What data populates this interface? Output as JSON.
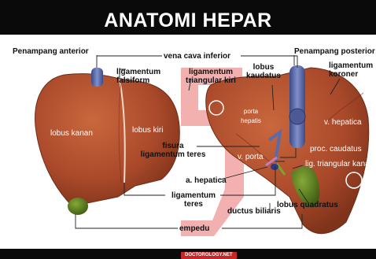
{
  "title": "ANATOMI HEPAR",
  "views": {
    "anterior": "Penampang anterior",
    "posterior": "Penampang posterior"
  },
  "labels": {
    "vena_cava_inferior": "vena cava inferior",
    "ligamentum_falsiform": "ligamentum falsiform",
    "ligamentum_triangular_kiri": "ligamentum triangular kiri",
    "lobus_kaudatus": "lobus kaudatus",
    "ligamentum_koroner": "ligamentum koroner",
    "lobus_kanan": "lobus kanan",
    "lobus_kiri": "lobus kiri",
    "porta_hepatis": "porta hepatis",
    "v_hepatica": "v. hepatica",
    "fisura_ligamentum_teres": "fisura ligamentum teres",
    "v_porta": "v. porta",
    "proc_caudatus": "proc. caudatus",
    "lig_triangular_kanan": "lig. triangular kanan",
    "a_hepatica": "a. hepatica",
    "ligamentum_teres": "ligamentum teres",
    "lobus_quadratus": "lobus quadratus",
    "ductus_biliaris": "ductus biliaris",
    "empedu": "empedu"
  },
  "footer": "DOCTOROLOGY.NET",
  "colors": {
    "liver": "#b5522e",
    "liver_dark": "#8a3a1f",
    "gallbladder": "#5a7d1e",
    "vein": "#5b6aa8",
    "watermark": "#e8706f"
  }
}
